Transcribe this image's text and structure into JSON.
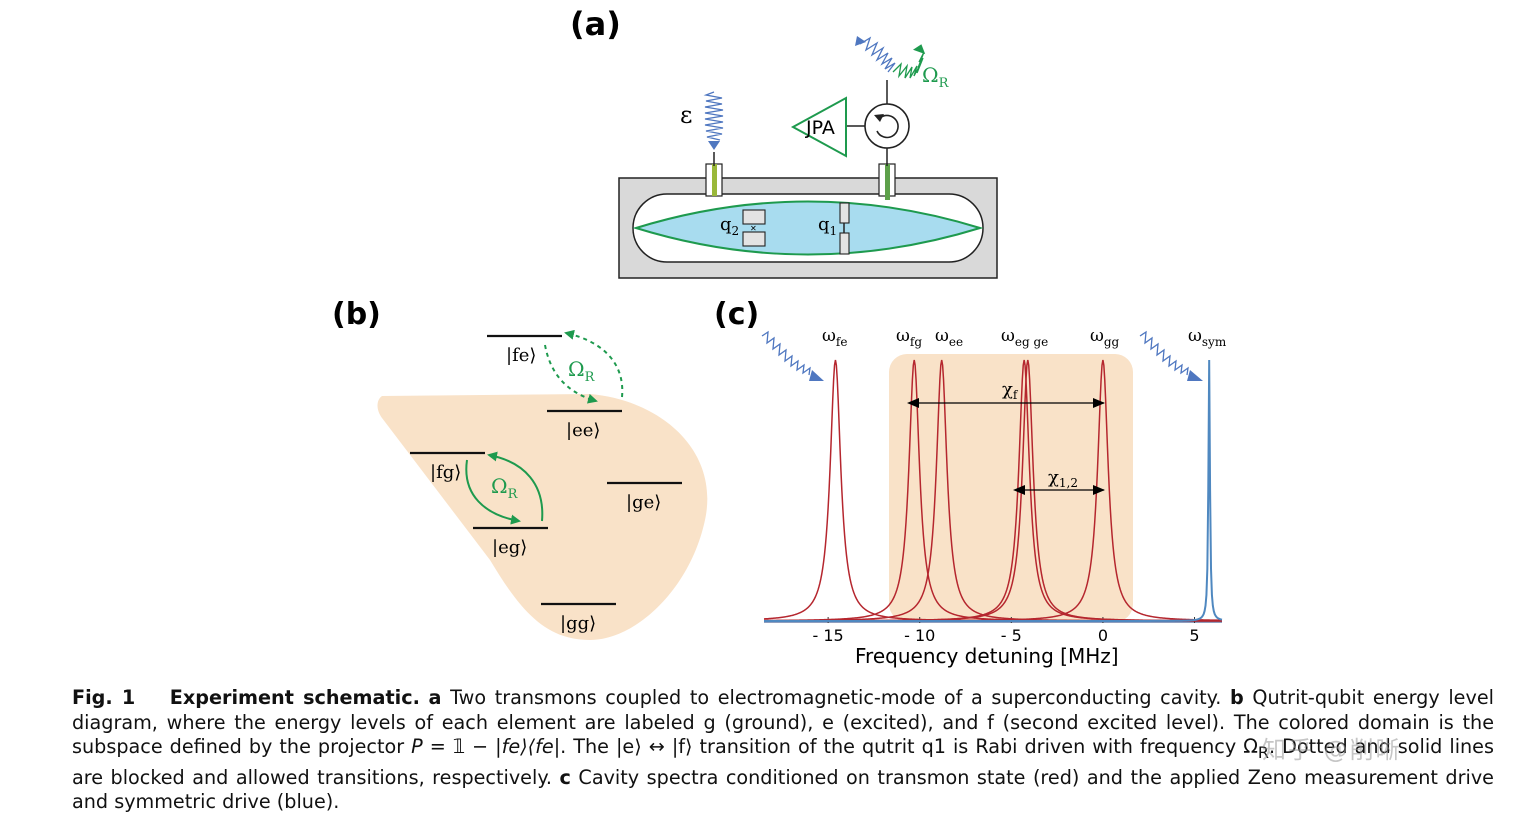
{
  "panel_labels": {
    "a": "(a)",
    "b": "(b)",
    "c": "(c)"
  },
  "panel_a": {
    "epsilon": "ε",
    "jpa": "JPA",
    "omega_r": "Ω",
    "omega_r_sub": "R",
    "q2": "q",
    "q2_sub": "2",
    "q1": "q",
    "q1_sub": "1"
  },
  "panel_b": {
    "levels": {
      "fe": "|fe⟩",
      "ee": "|ee⟩",
      "fg": "|fg⟩",
      "ge": "|ge⟩",
      "eg": "|eg⟩",
      "gg": "|gg⟩"
    },
    "omega_top": "Ω",
    "omega_top_sub": "R",
    "omega_mid": "Ω",
    "omega_mid_sub": "R"
  },
  "panel_c": {
    "peak_labels": [
      {
        "base": "ω",
        "sub": "fe"
      },
      {
        "base": "ω",
        "sub": "fg"
      },
      {
        "base": "ω",
        "sub": "ee"
      },
      {
        "base": "ω",
        "sub": "eg ge"
      },
      {
        "base": "ω",
        "sub": "gg"
      },
      {
        "base": "ω",
        "sub": "sym"
      }
    ],
    "chi_f": "χ",
    "chi_f_sub": "f",
    "chi_12": "χ",
    "chi_12_sub": "1,2",
    "colors": {
      "red": "#b5262e",
      "blue": "#4f88c0",
      "shade": "#f9e2c8",
      "green": "#1e9a4e"
    }
  },
  "chart_data": {
    "type": "line",
    "xlabel": "Frequency detuning [MHz]",
    "ylabel": "",
    "xlim": [
      -18.5,
      6.5
    ],
    "xticks": [
      -15,
      -10,
      -5,
      0,
      5
    ],
    "xtick_labels": [
      "- 15",
      "- 10",
      "- 5",
      "0",
      "5"
    ],
    "grid": false,
    "series": [
      {
        "color": "red",
        "peak_centers": [
          -14.6,
          -10.3,
          -8.8,
          -4.3,
          -4.1,
          0.0
        ],
        "linewidth_mhz": 0.35
      },
      {
        "color": "blue",
        "peak_centers": [
          5.8
        ],
        "linewidth_mhz": 0.05
      }
    ]
  },
  "caption": {
    "fig": "Fig. 1",
    "title": "Experiment schematic.",
    "a_label": "a",
    "a_text": " Two transmons coupled to electromagnetic-mode of a superconducting cavity. ",
    "b_label": "b",
    "b_text1": " Qutrit-qubit energy level diagram, where the energy levels of each element are labeled g (ground), e (excited), and f (second excited level). The colored domain is the subspace defined by the projector ",
    "b_math": "P = 𝟙 − |fe⟩⟨fe|",
    "b_text2": ". The |e⟩ ↔ |f⟩ transition of the qutrit q1 is Rabi driven with frequency Ω",
    "b_sub": "R",
    "b_text3": ". Dotted and solid lines are blocked and allowed transitions, respectively. ",
    "c_label": "c",
    "c_text": " Cavity spectra conditioned on transmon state (red) and the applied Zeno measurement drive and symmetric drive (blue)."
  },
  "watermark": "知乎 @削晰"
}
